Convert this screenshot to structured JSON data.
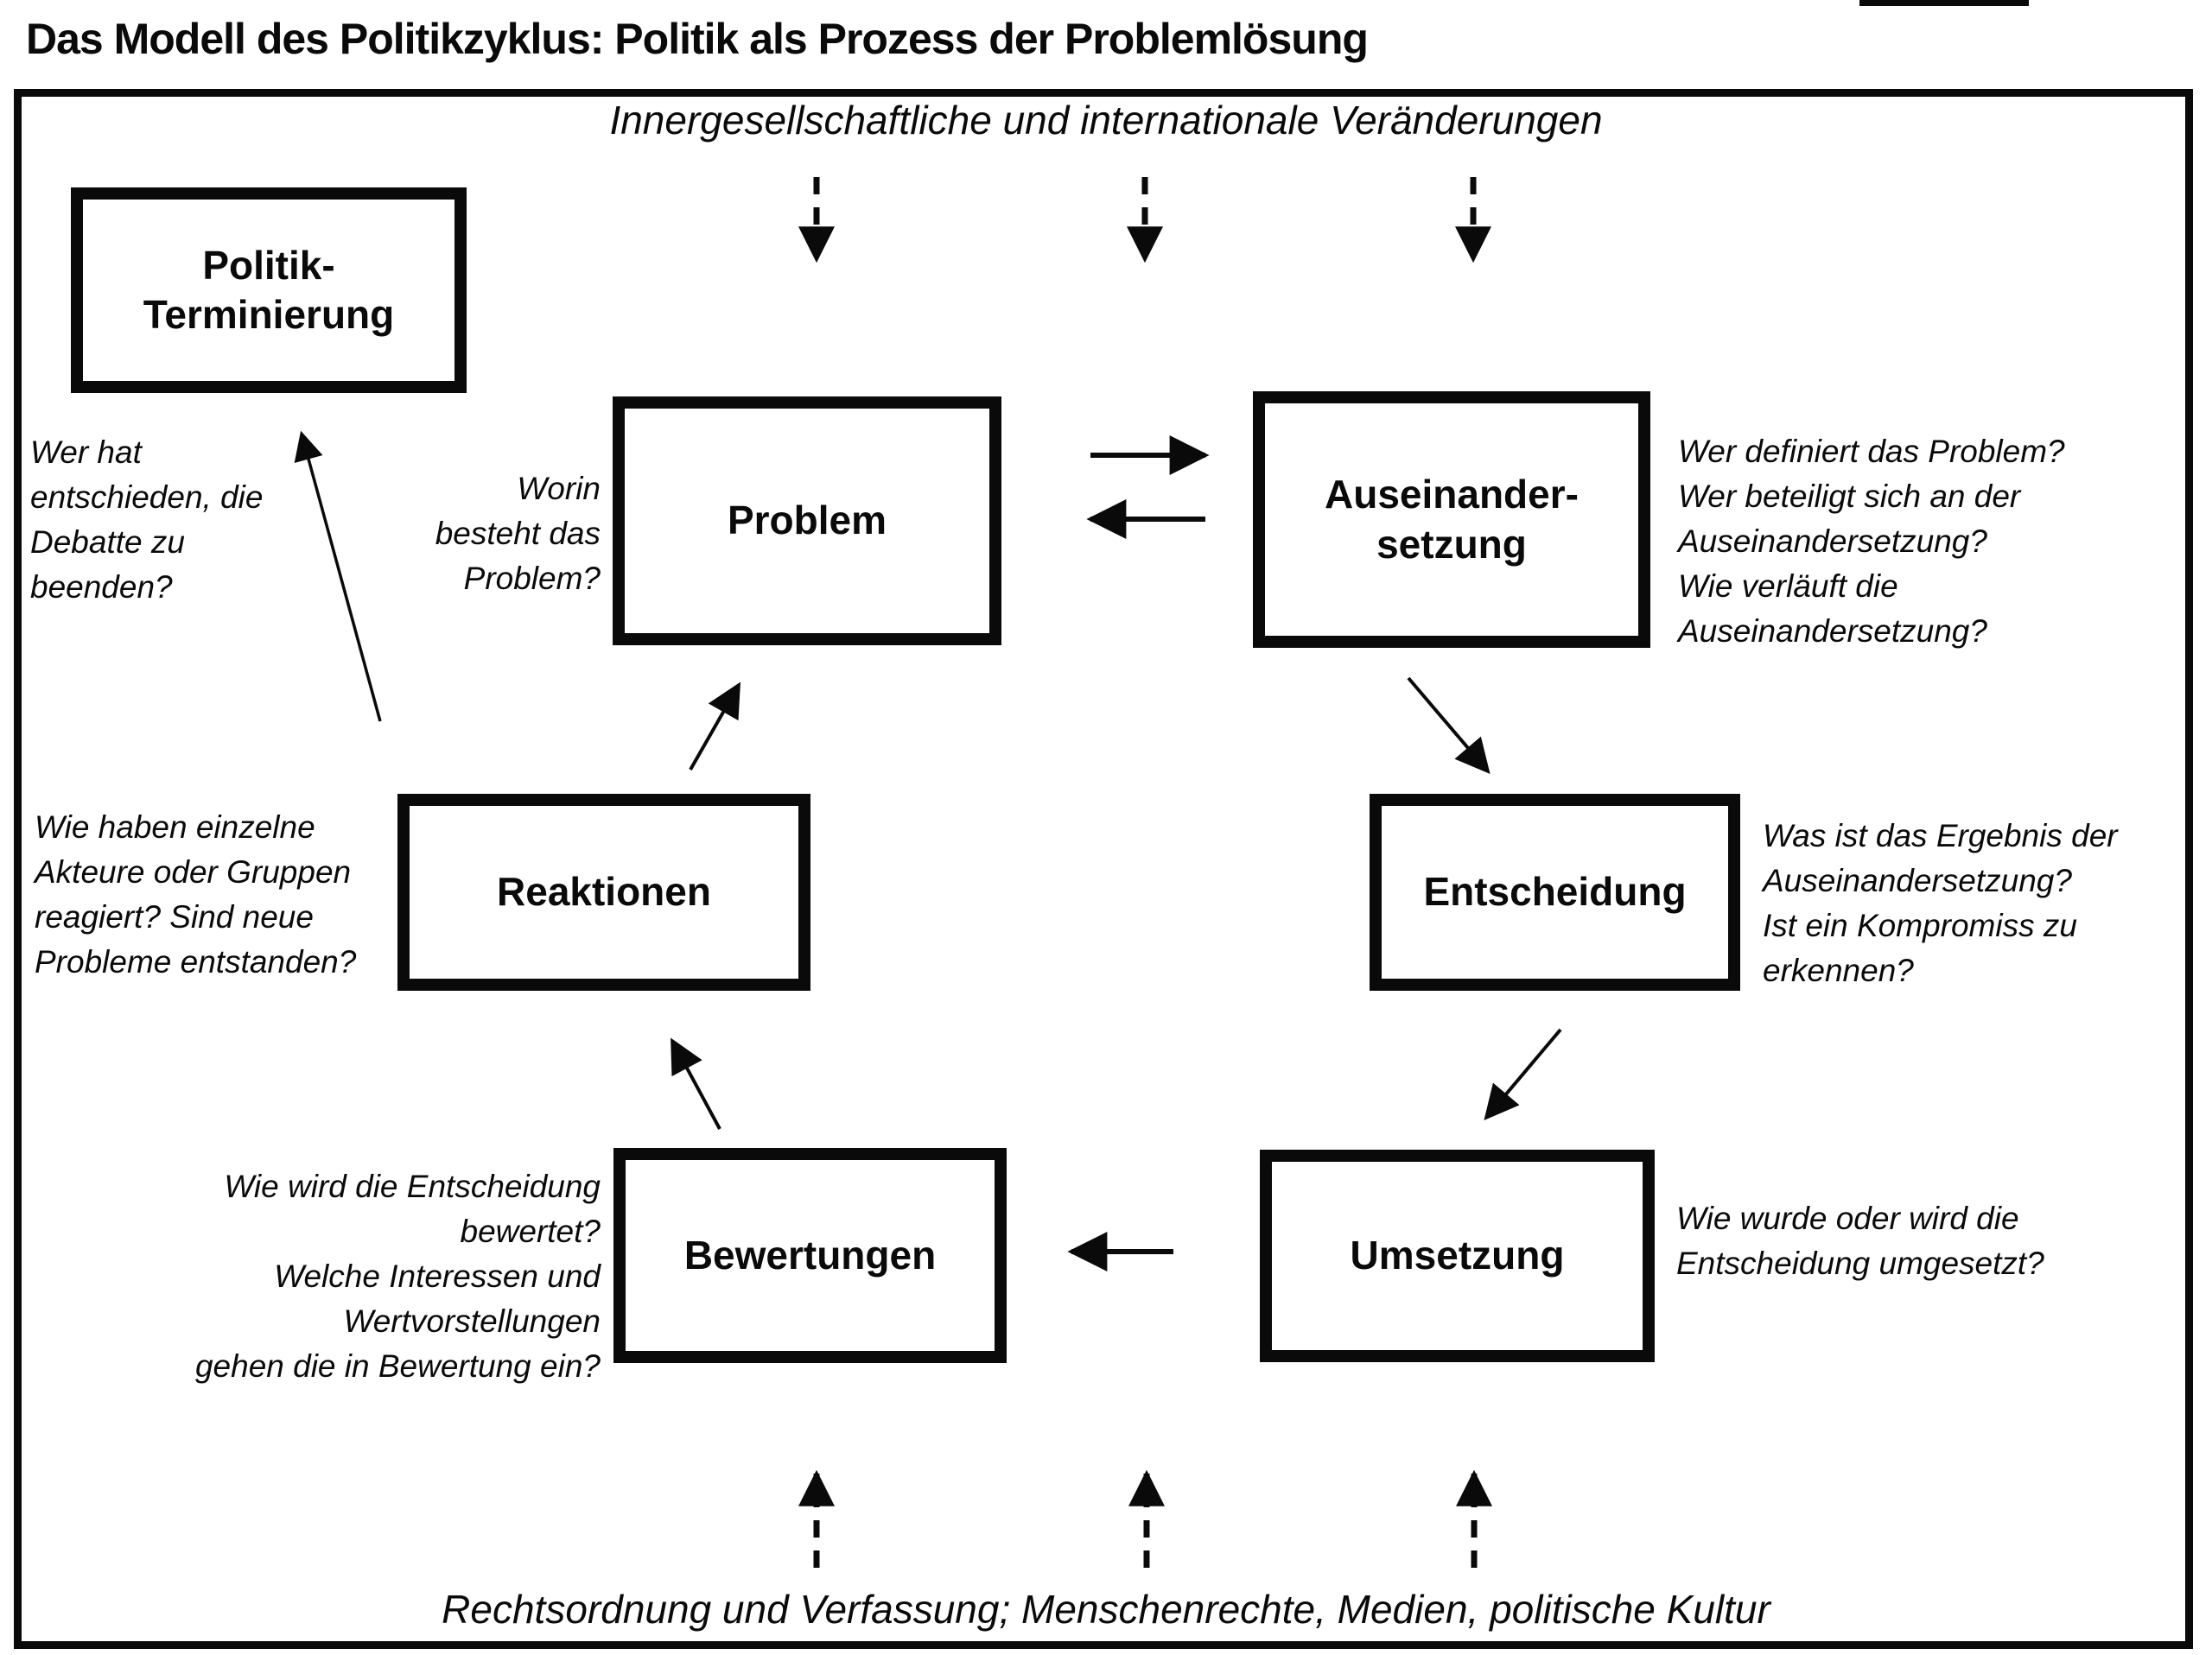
{
  "title": "Das Modell des Politikzyklus: Politik als Prozess der Problemlösung",
  "banners": {
    "top": "Innergesellschaftliche und internationale Veränderungen",
    "bottom": "Rechtsordnung und Verfassung; Menschenrechte, Medien, politische Kultur"
  },
  "boxes": {
    "politik_terminierung": "Politik-\nTerminierung",
    "problem": "Problem",
    "auseinandersetzung": "Auseinander-\nsetzung",
    "entscheidung": "Entscheidung",
    "umsetzung": "Umsetzung",
    "bewertungen": "Bewertungen",
    "reaktionen": "Reaktionen"
  },
  "annotations": {
    "politik_terminierung": "Wer hat\nentschieden, die\nDebatte zu\nbeenden?",
    "problem": "Worin\nbesteht das\nProblem?",
    "auseinandersetzung": "Wer definiert das Problem?\nWer beteiligt sich an der\nAuseinandersetzung?\nWie verläuft die Auseinandersetzung?",
    "entscheidung": "Was ist das Ergebnis der\nAuseinandersetzung?\nIst ein Kompromiss zu\nerkennen?",
    "umsetzung": "Wie wurde oder wird die\nEntscheidung umgesetzt?",
    "bewertungen": "Wie wird die Entscheidung bewertet?\nWelche Interessen und Wertvorstellungen\ngehen die in Bewertung ein?",
    "reaktionen": "Wie haben einzelne\nAkteure oder Gruppen\nreagiert? Sind neue\nProbleme entstanden?"
  },
  "colors": {
    "ink": "#0a0a0a",
    "paper": "#ffffff"
  }
}
